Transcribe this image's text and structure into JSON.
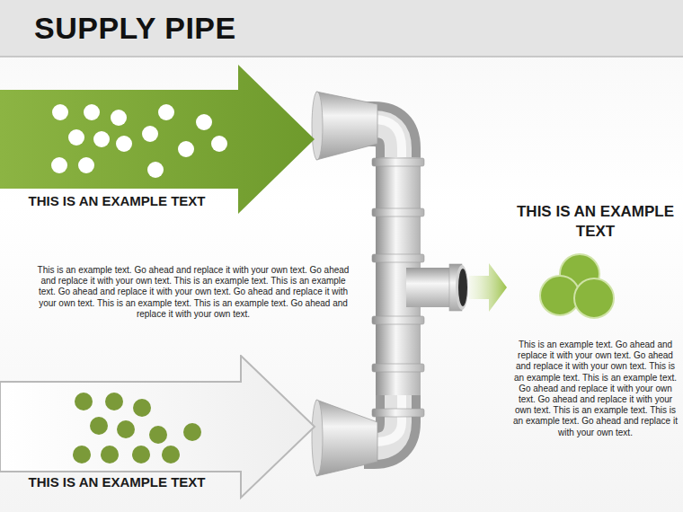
{
  "diagram": {
    "title": "SUPPLY PIPE",
    "nodes": [
      {
        "text": [
          "THIS IS AN EXAMPLE TEXT"
        ]
      },
      {
        "text": [
          "THIS IS AN EXAMPLE TEXT"
        ]
      },
      {
        "text": [
          "THIS IS AN EXAMPLE TEXT",
          "This is an example text. Go ahead and replace it with your own text. Go ahead and replace it with your own text. This is an example text. This is an example text. Go ahead and replace it with your own text. Go ahead and replace it with your own text. This is an example text. This is an example text. Go ahead and replace it with your own text."
        ]
      }
    ],
    "labels": [
      "This is an example text. Go ahead and replace it with your own text. Go ahead and replace it with your own text. This is an example text. This is an example text. Go ahead and replace it with your own text. Go ahead and replace it with your own text. This is an example text. This is an example text. Go ahead and replace it with your own text."
    ]
  }
}
